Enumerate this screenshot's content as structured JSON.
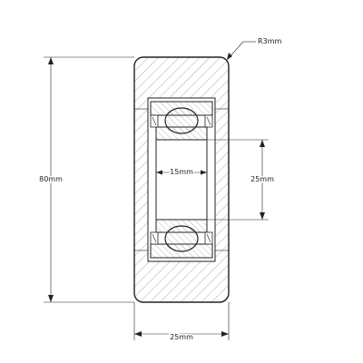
{
  "dimensions": {
    "height": "80mm",
    "width": "25mm",
    "bore": "15mm",
    "outer": "25mm",
    "radius": "R3mm"
  },
  "colors": {
    "line": "#222222",
    "hatch": "#777777",
    "background": "#ffffff"
  }
}
